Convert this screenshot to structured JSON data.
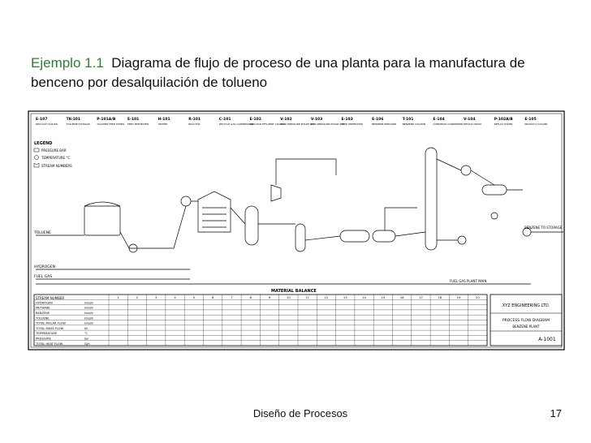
{
  "slide": {
    "title_number": "Ejemplo 1.1",
    "title_text": "Diagrama de flujo de proceso de una planta para la manufactura de  benceno por desalquilación de tolueno",
    "footer": "Diseño de Procesos",
    "page_number": "17"
  },
  "diagram": {
    "equipment_tags": [
      "E-107",
      "TK-101",
      "P-101A/B",
      "E-101",
      "H-101",
      "R-101",
      "C-101",
      "E-102",
      "V-102",
      "V-103",
      "E-103",
      "E-106",
      "T-101",
      "E-104",
      "V-104",
      "P-102A/B",
      "E-105"
    ],
    "equipment_names": [
      "RECYCLE COOLER",
      "TOLUENE STORAGE",
      "TOLUENE FEED PUMPS",
      "FEED PREHEATER",
      "HEATER",
      "REACTOR",
      "RECYCLE GAS COMPRESSOR",
      "REACTOR EFFLUENT COOLER",
      "HIGH PRESSURE PHASE SEP.",
      "LOW PRESSURE PHASE SEP.",
      "FEED PREHEATER",
      "BENZENE REBOILER",
      "BENZENE COLUMN",
      "OVERHEAD CONDENSER",
      "REFLUX DRUM",
      "REFLUX PUMPS",
      "PRODUCT COOLER"
    ],
    "legend_title": "LEGEND",
    "legend_items": [
      "PRESSURE BAR",
      "TEMPERATURE °C",
      "STREAM NUMBERS"
    ],
    "streams": {
      "toluene": "TOLUENE",
      "hydrogen": "HYDROGEN",
      "fuel_gas": "FUEL GAS",
      "benzene": "BENZENE TO STORAGE",
      "fuel_gas_plant": "FUEL GAS PLANT MAIN"
    },
    "table": {
      "title": "MATERIAL BALANCE",
      "header_label": "STREAM NUMBER",
      "stream_numbers": [
        "1",
        "2",
        "3",
        "4",
        "5",
        "6",
        "7",
        "8",
        "9",
        "10",
        "11",
        "12",
        "13",
        "14",
        "15",
        "16",
        "17",
        "18",
        "19",
        "20"
      ],
      "rows": [
        {
          "label": "HYDROGEN",
          "unit": "kmol/h"
        },
        {
          "label": "METHANE",
          "unit": "kmol/h"
        },
        {
          "label": "BENZENE",
          "unit": "kmol/h"
        },
        {
          "label": "TOLUENE",
          "unit": "kmol/h"
        },
        {
          "label": "TOTAL MOLAR FLOW",
          "unit": "kmol/h"
        },
        {
          "label": "TOTAL MASS FLOW",
          "unit": "t/h"
        },
        {
          "label": "TEMPERATURE",
          "unit": "°C"
        },
        {
          "label": "PRESSURE",
          "unit": "bar"
        },
        {
          "label": "TOTAL HEAT FLOW",
          "unit": "GJ/h"
        }
      ]
    },
    "title_block": {
      "company": "XYZ ENGINEERING LTD.",
      "drawing": "PROCESS FLOW DIAGRAM",
      "plant": "BENZENE PLANT",
      "number": "A-1001"
    }
  }
}
